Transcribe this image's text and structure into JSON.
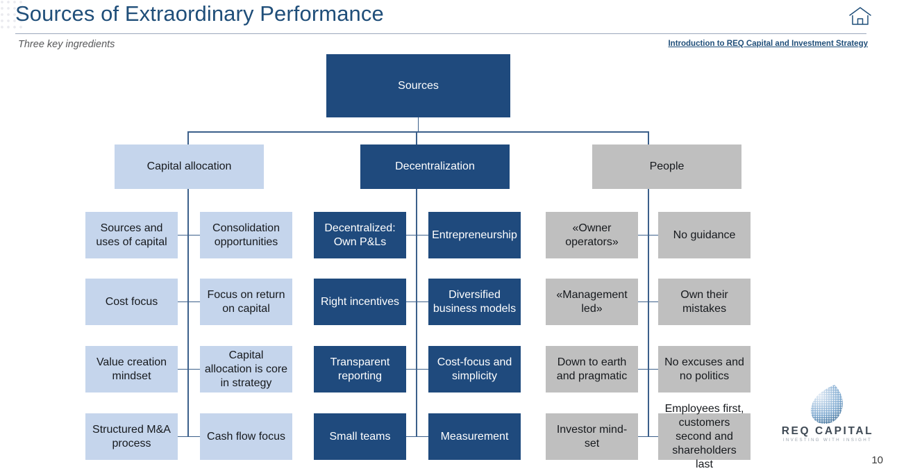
{
  "header": {
    "title": "Sources of Extraordinary Performance",
    "subtitle": "Three key ingredients",
    "nav_link": "Introduction to REQ Capital and Investment Strategy",
    "home_icon": "home-icon"
  },
  "colors": {
    "navy": "#1F4A7D",
    "light_blue": "#C5D5EC",
    "gray": "#BFBFBF",
    "title_blue": "#1F4E79",
    "connector": "#3b5f8a"
  },
  "diagram": {
    "root": {
      "label": "Sources",
      "style": "navy"
    },
    "branches": [
      {
        "label": "Capital allocation",
        "style": "light",
        "rows": [
          {
            "left": "Sources and uses of capital",
            "right": "Consolidation opportunities"
          },
          {
            "left": "Cost focus",
            "right": "Focus on return on capital"
          },
          {
            "left": "Value creation mindset",
            "right": "Capital allocation is core in strategy"
          },
          {
            "left": "Structured M&A process",
            "right": "Cash flow focus"
          }
        ]
      },
      {
        "label": "Decentralization",
        "style": "navy",
        "rows": [
          {
            "left": "Decentralized:\nOwn P&Ls",
            "right": "Entrepreneurship"
          },
          {
            "left": "Right incentives",
            "right": "Diversified business models"
          },
          {
            "left": "Transparent reporting",
            "right": "Cost-focus and simplicity"
          },
          {
            "left": "Small teams",
            "right": "Measurement"
          }
        ]
      },
      {
        "label": "People",
        "style": "gray",
        "rows": [
          {
            "left": "«Owner operators»",
            "right": "No guidance"
          },
          {
            "left": "«Management led»",
            "right": "Own their mistakes"
          },
          {
            "left": "Down to earth and pragmatic",
            "right": "No excuses and no politics"
          },
          {
            "left": "Investor mind-set",
            "right": "Employees first, customers second and shareholders last"
          }
        ]
      }
    ]
  },
  "logo": {
    "wordmark": "REQ CAPITAL",
    "tagline": "INVESTING WITH INSIGHT"
  },
  "footer": {
    "page_number": "10"
  }
}
